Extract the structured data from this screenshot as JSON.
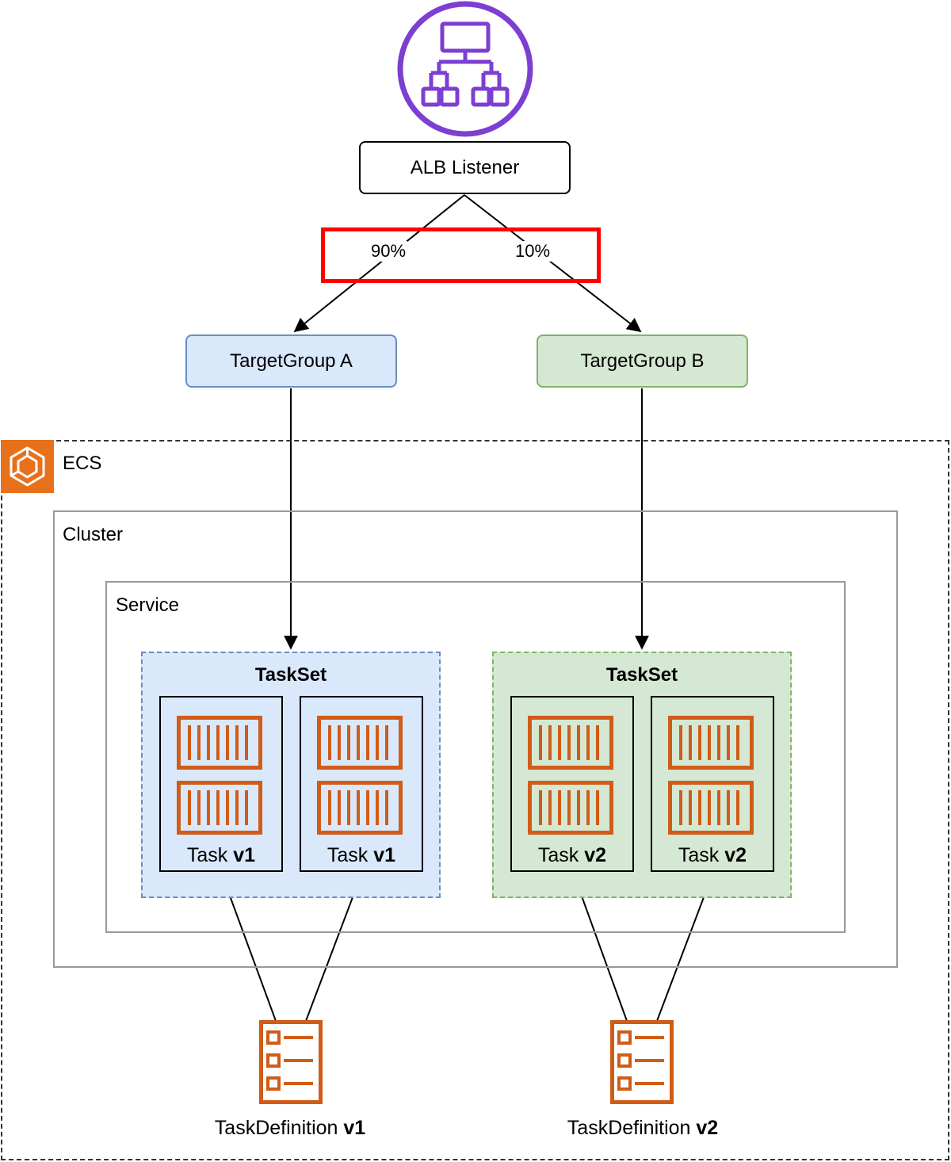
{
  "load_balancer": {
    "icon": "load-balancer-icon",
    "icon_color": "#7D3FD1",
    "listener_label": "ALB Listener"
  },
  "traffic_split": {
    "left_percent": "90%",
    "right_percent": "10%",
    "highlight_color": "#FF0000"
  },
  "target_groups": [
    {
      "label": "TargetGroup A",
      "fill": "#DAE8FC",
      "stroke": "#6C8EBF"
    },
    {
      "label": "TargetGroup B",
      "fill": "#D5E8D4",
      "stroke": "#82B366"
    }
  ],
  "ecs": {
    "label": "ECS",
    "icon": "ecs-icon",
    "icon_color": "#E7711B",
    "cluster_label": "Cluster",
    "service_label": "Service"
  },
  "tasksets": [
    {
      "title": "TaskSet",
      "fill": "#DAE8FC",
      "stroke": "#6C8EBF",
      "tasks": [
        {
          "prefix": "Task ",
          "version": "v1"
        },
        {
          "prefix": "Task ",
          "version": "v1"
        }
      ]
    },
    {
      "title": "TaskSet",
      "fill": "#D5E8D4",
      "stroke": "#82B366",
      "tasks": [
        {
          "prefix": "Task ",
          "version": "v2"
        },
        {
          "prefix": "Task ",
          "version": "v2"
        }
      ]
    }
  ],
  "task_definitions": [
    {
      "prefix": "TaskDefinition ",
      "version": "v1",
      "icon": "task-definition-icon"
    },
    {
      "prefix": "TaskDefinition ",
      "version": "v2",
      "icon": "task-definition-icon"
    }
  ],
  "container_icon": {
    "name": "container-icon",
    "color": "#D05C17"
  }
}
